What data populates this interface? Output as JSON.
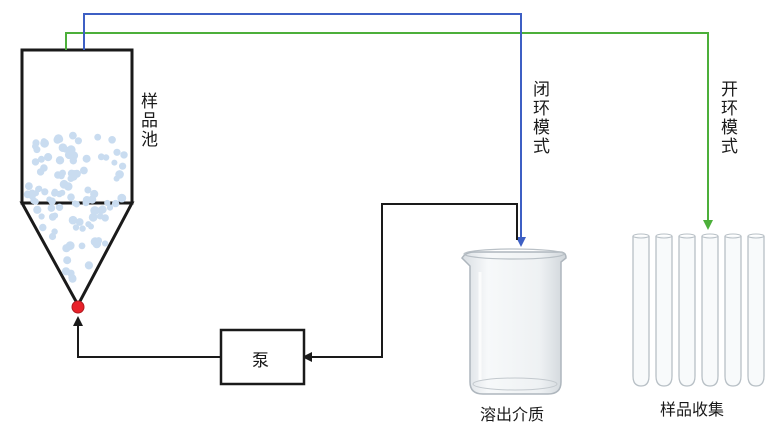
{
  "labels": {
    "sample_pool": "样品池",
    "closed_loop": "闭环模式",
    "open_loop": "开环模式",
    "pump": "泵",
    "dissolution_medium": "溶出介质",
    "sample_collection": "样品收集"
  },
  "colors": {
    "closed_loop_line": "#3d5fc4",
    "open_loop_line": "#4caf3a",
    "flow_line": "#1a1a1a",
    "outlet_dot": "#e8212a",
    "particle": "#c9dcf0"
  }
}
